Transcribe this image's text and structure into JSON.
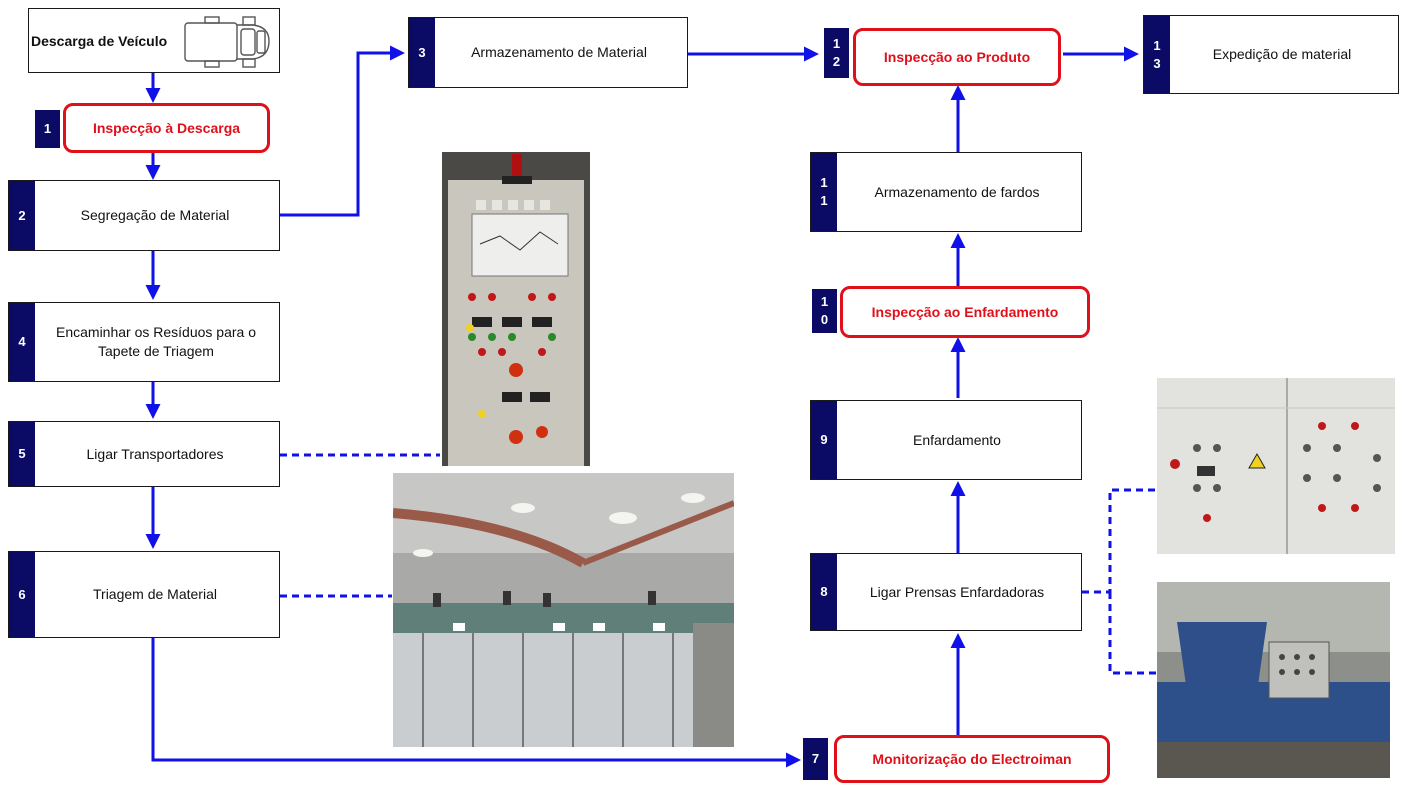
{
  "steps": {
    "unload": {
      "label": "Descarga de Veículo"
    },
    "s1": {
      "num": "1",
      "label": "Inspecção à Descarga"
    },
    "s2": {
      "num": "2",
      "label": "Segregação de Material"
    },
    "s3": {
      "num": "3",
      "label": "Armazenamento de Material"
    },
    "s4": {
      "num": "4",
      "label": "Encaminhar os Resíduos para o Tapete de Triagem"
    },
    "s5": {
      "num": "5",
      "label": "Ligar Transportadores"
    },
    "s6": {
      "num": "6",
      "label": "Triagem de Material"
    },
    "s7": {
      "num": "7",
      "label": "Monitorização do Electroiman"
    },
    "s8": {
      "num": "8",
      "label": "Ligar Prensas Enfardadoras"
    },
    "s9": {
      "num": "9",
      "label": "Enfardamento"
    },
    "s10": {
      "num": "1\n0",
      "label": "Inspecção ao Enfardamento"
    },
    "s11": {
      "num": "1\n1",
      "label": "Armazenamento de fardos"
    },
    "s12": {
      "num": "1\n2",
      "label": "Inspecção ao Produto"
    },
    "s13": {
      "num": "1\n3",
      "label": "Expedição de material"
    }
  },
  "colors": {
    "arrow": "#1010e8",
    "inspection": "#e0101a",
    "badge": "#0b0b66"
  },
  "icons": [
    "truck-icon"
  ]
}
